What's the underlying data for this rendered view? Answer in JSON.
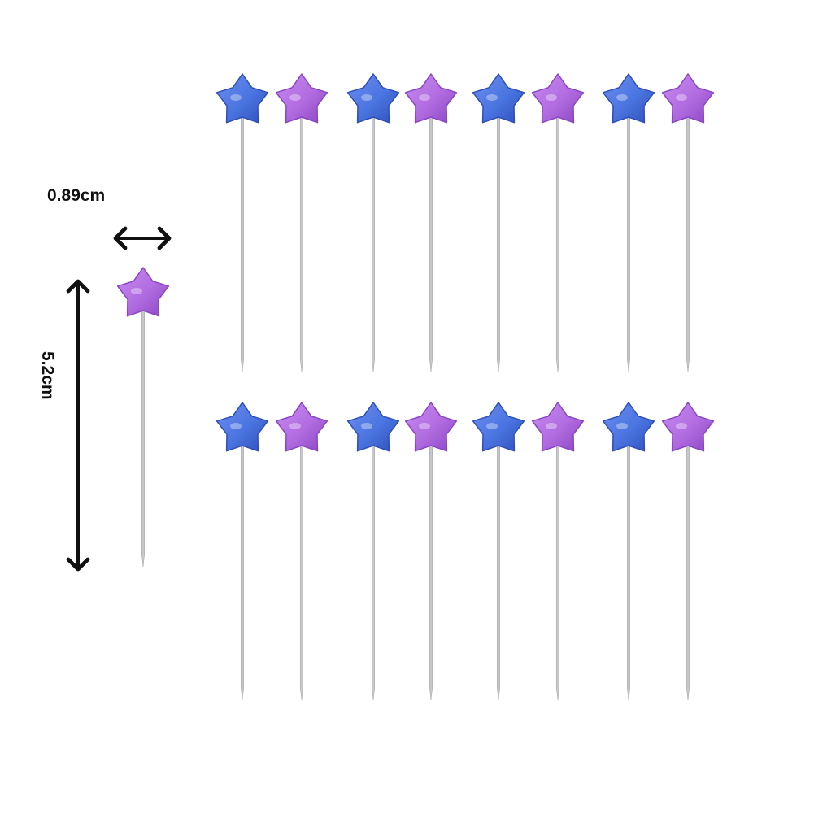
{
  "product": {
    "pin_count": 16,
    "rows": 2,
    "pins_per_row": 8,
    "head_shape": "star",
    "head_color_sequence": [
      "blue",
      "purple",
      "blue",
      "purple",
      "blue",
      "purple",
      "blue",
      "purple"
    ],
    "sample_pin_head_color": "purple"
  },
  "dimensions": {
    "head_width": "0.89cm",
    "pin_length": "5.2cm"
  },
  "colors": {
    "blue_head": "#4a74e0",
    "blue_head_dark": "#2f4fb8",
    "purple_head": "#b06be0",
    "purple_head_dark": "#8a45c2",
    "shaft": "#b9bcc0",
    "arrow": "#111111",
    "background": "#ffffff"
  }
}
